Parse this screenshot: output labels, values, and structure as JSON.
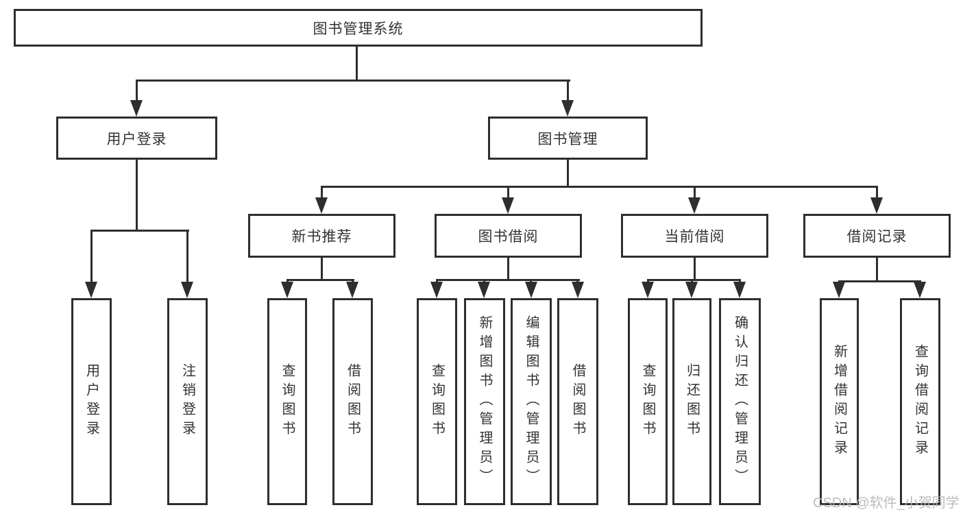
{
  "tree": {
    "root": {
      "label": "图书管理系统"
    },
    "branches": [
      {
        "label": "用户登录",
        "leaves": [
          {
            "label": "用户登录"
          },
          {
            "label": "注销登录"
          }
        ]
      },
      {
        "label": "图书管理",
        "groups": [
          {
            "label": "新书推荐",
            "leaves": [
              {
                "label": "查询图书"
              },
              {
                "label": "借阅图书"
              }
            ]
          },
          {
            "label": "图书借阅",
            "leaves": [
              {
                "label": "查询图书"
              },
              {
                "label": "新增图书（管理员）"
              },
              {
                "label": "编辑图书（管理员）"
              },
              {
                "label": "借阅图书"
              }
            ]
          },
          {
            "label": "当前借阅",
            "leaves": [
              {
                "label": "查询图书"
              },
              {
                "label": "归还图书"
              },
              {
                "label": "确认归还（管理员）"
              }
            ]
          },
          {
            "label": "借阅记录",
            "leaves": [
              {
                "label": "新增借阅记录"
              },
              {
                "label": "查询借阅记录"
              }
            ]
          }
        ]
      }
    ]
  },
  "watermark": {
    "text": "CSDN @软件_小贺同学",
    "color": "#b5b5b5"
  },
  "colors": {
    "line": "#2e2e2e",
    "text": "#333333",
    "background": "#ffffff"
  }
}
